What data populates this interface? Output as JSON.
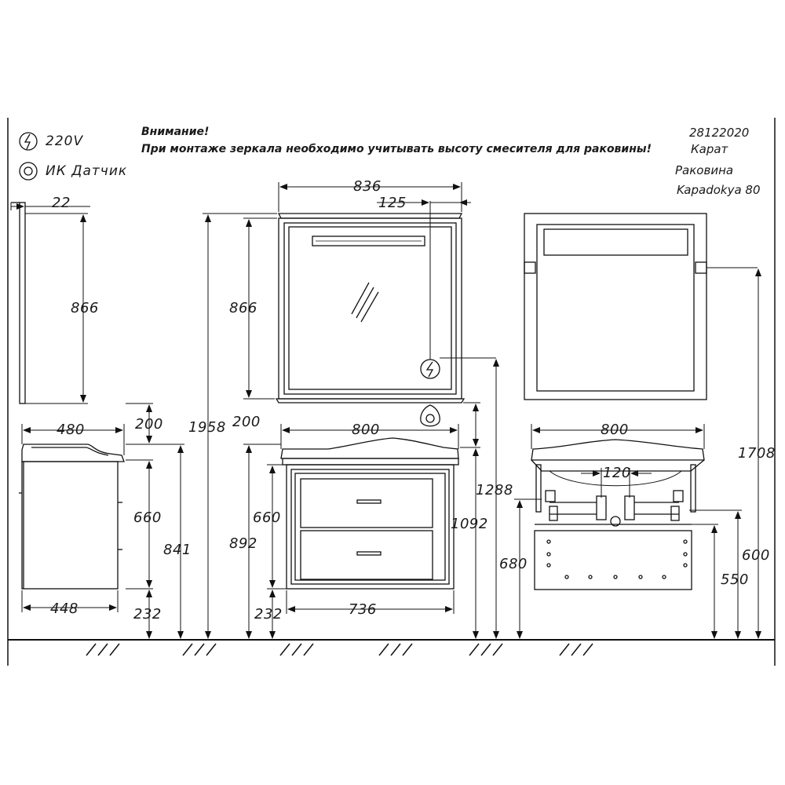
{
  "notes": {
    "warning_title": "Внимание!",
    "warning_text": "При монтаже зеркала необходимо учитывать высоту смесителя для раковины!"
  },
  "legend": {
    "power_label": "220V",
    "power_icon": "lightning-icon",
    "sensor_label": "ИК  Датчик",
    "sensor_icon": "ir-sensor-icon"
  },
  "info": {
    "code": "28122020",
    "series": "Карат",
    "sink_label": "Раковина",
    "sink_model": "Kapadokya 80"
  },
  "dimensions": {
    "side": {
      "mirror_depth": "22",
      "mirror_height": "866",
      "gap": "200",
      "sink_depth": "480",
      "cabinet_height": "660",
      "top_height": "841",
      "cabinet_depth": "448",
      "base_height": "232"
    },
    "front": {
      "mirror_width": "836",
      "socket_offset": "125",
      "mirror_height": "866",
      "total_height": "1958",
      "gap": "200",
      "sink_width": "800",
      "cabinet_height": "660",
      "sink_top_height": "892",
      "socket_height": "1092",
      "sensor_height": "1288",
      "base_height": "232",
      "cabinet_width": "736"
    },
    "rear": {
      "width": "800",
      "pipe_spacing": "120",
      "mount_height": "1708",
      "cabinet_mount": "680",
      "drain_height": "600",
      "bottom_mount": "550"
    }
  }
}
